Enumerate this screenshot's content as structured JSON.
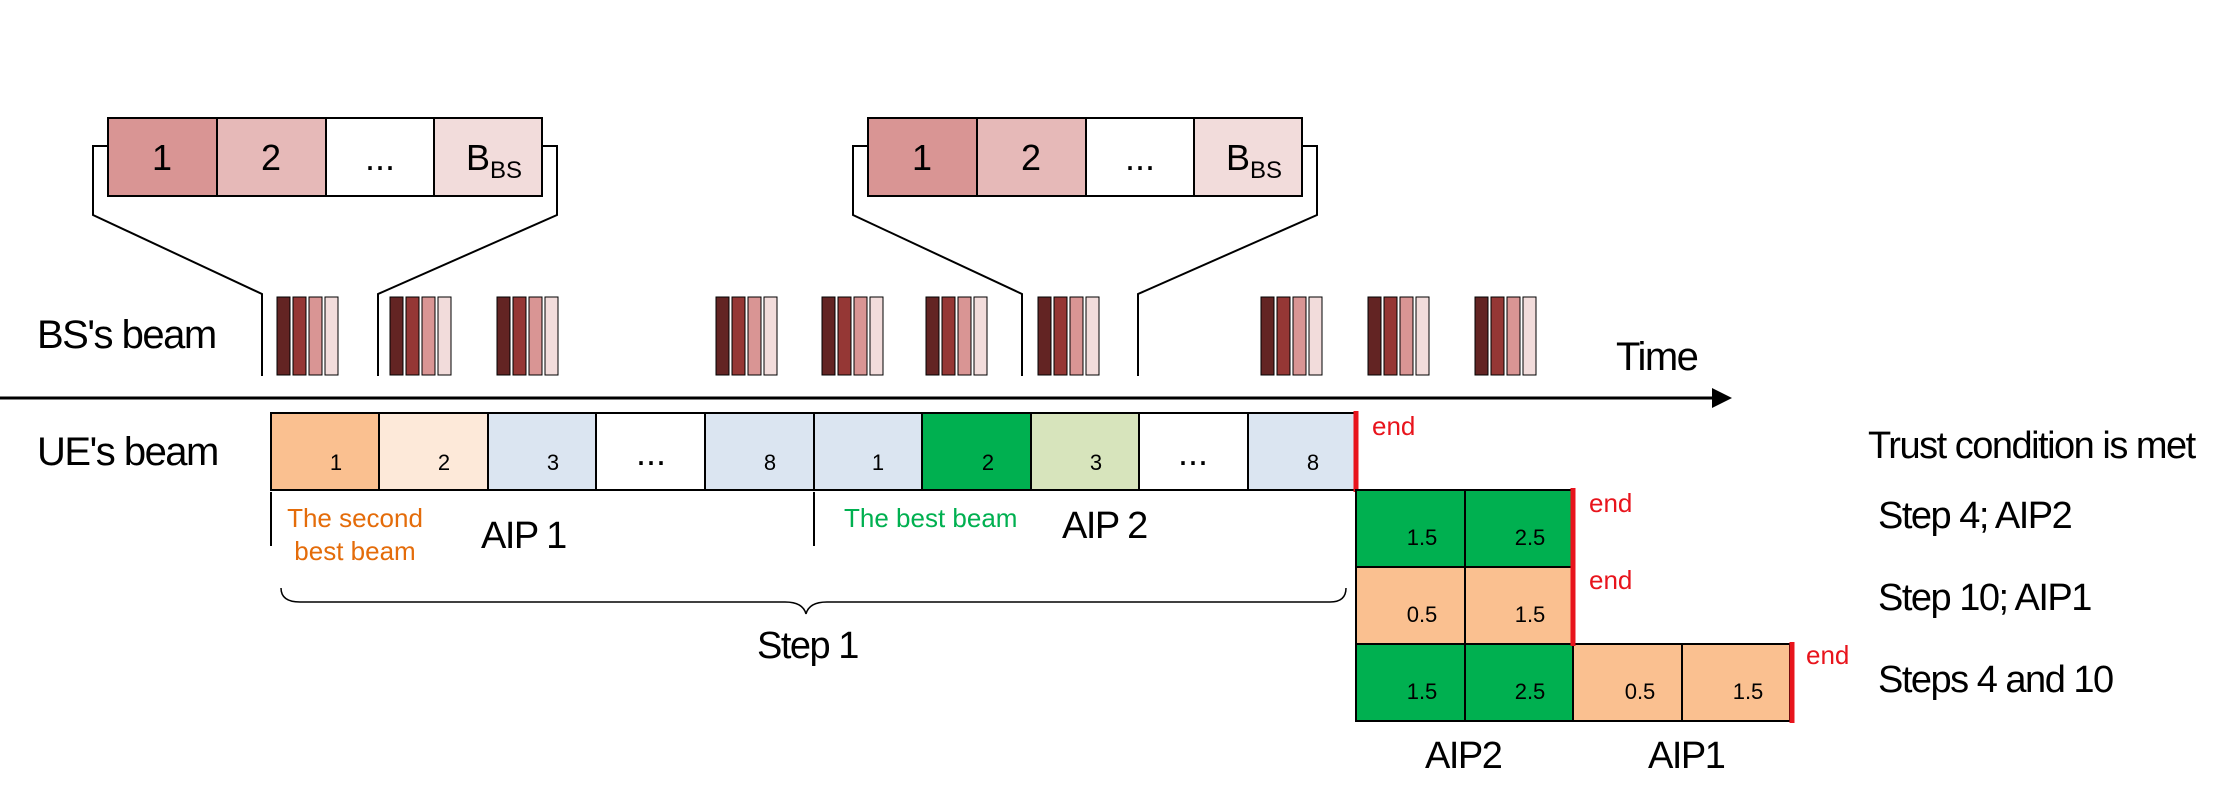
{
  "labels": {
    "bs_beam": "BS's beam",
    "ue_beam": "UE's beam",
    "time": "Time",
    "aip1": "AIP 1",
    "aip2": "AIP 2",
    "step1": "Step 1",
    "second_best_line1": "The second",
    "second_best_line2": "best beam",
    "best_beam": "The best beam",
    "trust_header": "Trust condition is met",
    "bottom_aip2": "AIP2",
    "bottom_aip1": "AIP1",
    "end": "end"
  },
  "bs_codebook": {
    "cells": [
      "1",
      "2",
      "...",
      "B"
    ],
    "subscript": "BS"
  },
  "ue_beam_sequence": [
    "1",
    "2",
    "3",
    "...",
    "8",
    "1",
    "2",
    "3",
    "...",
    "8"
  ],
  "trust_rows": [
    {
      "condition": "Step 4; AIP2",
      "cells": [
        "1.5",
        "2.5"
      ]
    },
    {
      "condition": "Step 10; AIP1",
      "cells": [
        "0.5",
        "1.5"
      ]
    },
    {
      "condition": "Steps 4 and 10",
      "cells": [
        "1.5",
        "2.5",
        "0.5",
        "1.5"
      ]
    }
  ],
  "colors": {
    "beam_1": "#d99594",
    "beam_2": "#e6b9b8",
    "beam_last": "#f2dcdb",
    "orange": "#fac090",
    "light_orange": "#fde9d9",
    "light_blue": "#dbe5f1",
    "green": "#00b050",
    "light_green": "#d7e4bc",
    "red": "#e8141c",
    "orange_text": "#e46c0a",
    "green_text": "#00b050"
  }
}
